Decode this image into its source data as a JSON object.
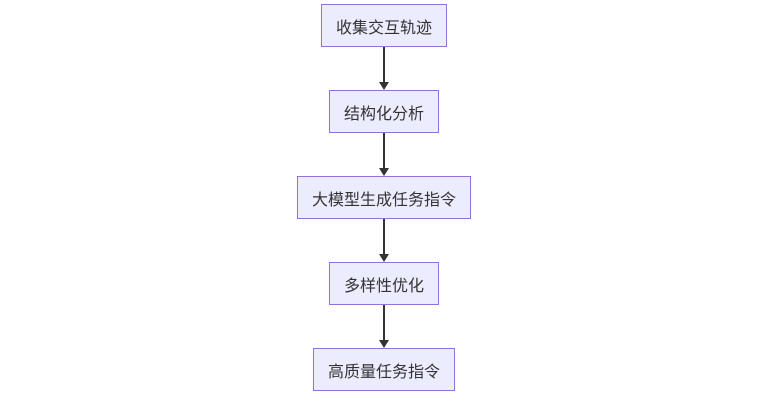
{
  "diagram": {
    "type": "flowchart",
    "direction": "top-down",
    "nodes": [
      {
        "id": "collect",
        "label": "收集交互轨迹"
      },
      {
        "id": "analyze",
        "label": "结构化分析"
      },
      {
        "id": "generate",
        "label": "大模型生成任务指令"
      },
      {
        "id": "diversify",
        "label": "多样性优化"
      },
      {
        "id": "output",
        "label": "高质量任务指令"
      }
    ],
    "edges": [
      {
        "from": "collect",
        "to": "analyze"
      },
      {
        "from": "analyze",
        "to": "generate"
      },
      {
        "from": "generate",
        "to": "diversify"
      },
      {
        "from": "diversify",
        "to": "output"
      }
    ],
    "colors": {
      "node_fill": "#ECECFF",
      "node_border": "#9370DB",
      "node_text": "#333333",
      "arrow": "#333333",
      "background": "#FFFFFF"
    }
  }
}
